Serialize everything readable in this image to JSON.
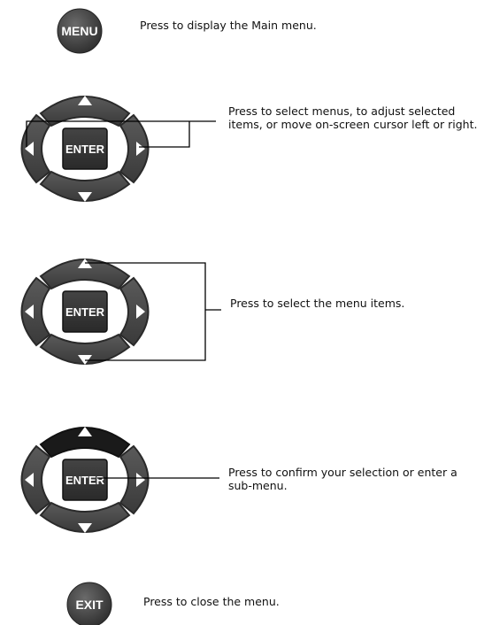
{
  "menu_button": {
    "label": "MENU",
    "description": "Press to display the Main menu."
  },
  "pad_left_right": {
    "enter_label": "ENTER",
    "description_line1": "Press to select menus, to adjust selected",
    "description_line2": "items, or move on-screen cursor left or right."
  },
  "pad_up_down": {
    "enter_label": "ENTER",
    "description": "Press to select the menu items."
  },
  "pad_enter": {
    "enter_label": "ENTER",
    "description_line1": "Press to confirm your selection or enter a",
    "description_line2": "sub-menu."
  },
  "exit_button": {
    "label": "EXIT",
    "description": "Press to close the menu."
  },
  "colors": {
    "button_fill": "#4a4a4a",
    "button_dark": "#1e1e1e",
    "arrow": "#ffffff",
    "line": "#000000"
  }
}
